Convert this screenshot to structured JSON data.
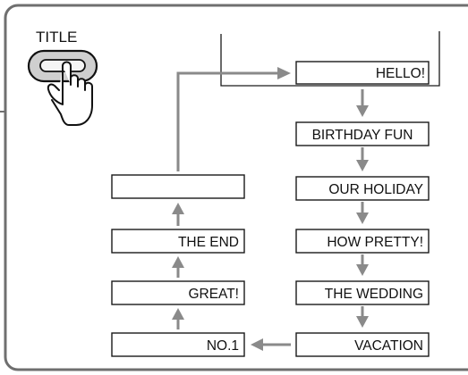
{
  "button": {
    "label": "TITLE",
    "icon": "finger-press-button-icon"
  },
  "sequence_right": [
    "HELLO!",
    "BIRTHDAY FUN",
    "OUR HOLIDAY",
    "HOW PRETTY!",
    "THE WEDDING",
    "VACATION"
  ],
  "sequence_left": [
    "NO.1",
    "GREAT!",
    "THE END",
    ""
  ],
  "colors": {
    "panel_border": "#6f6f6f",
    "arrow": "#8a8a8a",
    "box_border": "#1a1a1a"
  }
}
